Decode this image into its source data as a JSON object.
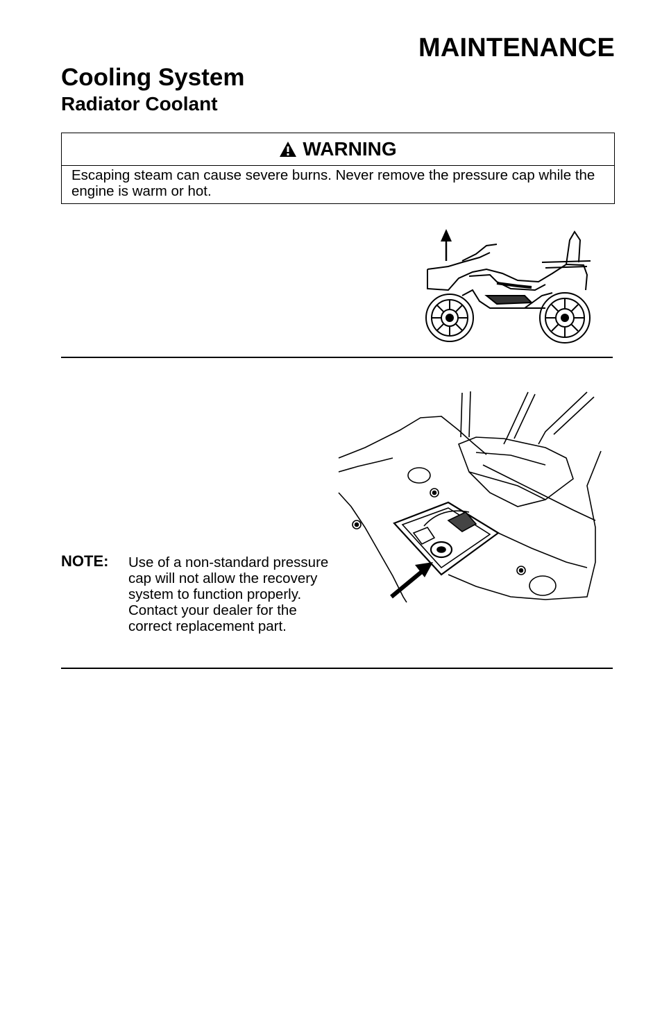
{
  "header": {
    "section": "MAINTENANCE"
  },
  "page": {
    "title": "Cooling System",
    "subtitle": "Radiator Coolant"
  },
  "warning": {
    "icon": "warning-triangle-icon",
    "heading": "WARNING",
    "text": "Escaping steam can cause severe burns. Never remove the pressure cap while the engine is warm or hot."
  },
  "figures": {
    "atv": {
      "icon": "atv-side-view-illustration"
    },
    "pressure_cap": {
      "icon": "pressure-cap-location-illustration"
    }
  },
  "note": {
    "label": "NOTE:",
    "text": "Use of a non-standard pressure cap will not allow the recovery system to function properly. Contact your dealer for the correct replacement part."
  }
}
